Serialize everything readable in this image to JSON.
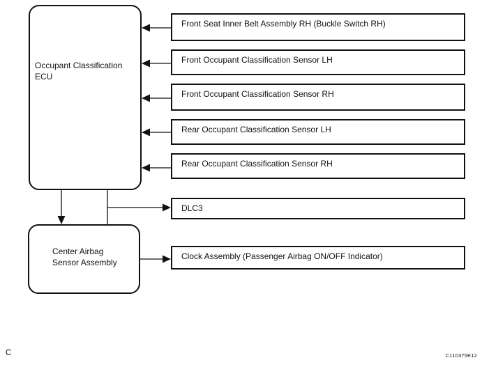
{
  "figure": {
    "type": "block-diagram",
    "description": "Occupant classification system wiring block diagram"
  },
  "nodes": {
    "ecu": {
      "label": "Occupant Classification\nECU"
    },
    "center_airbag": {
      "label": "Center Airbag\nSensor Assembly"
    },
    "inputs": [
      {
        "label": "Front Seat Inner Belt Assembly RH (Buckle Switch RH)"
      },
      {
        "label": "Front Occupant Classification Sensor LH"
      },
      {
        "label": "Front Occupant Classification Sensor RH"
      },
      {
        "label": "Rear Occupant Classification Sensor LH"
      },
      {
        "label": "Rear Occupant Classification Sensor RH"
      }
    ],
    "outputs": [
      {
        "label": "DLC3"
      },
      {
        "label": "Clock Assembly (Passenger Airbag ON/OFF Indicator)"
      }
    ]
  },
  "connections": [
    {
      "from": "Front Seat Inner Belt Assembly RH (Buckle Switch RH)",
      "to": "Occupant Classification ECU",
      "direction": "left"
    },
    {
      "from": "Front Occupant Classification Sensor LH",
      "to": "Occupant Classification ECU",
      "direction": "left"
    },
    {
      "from": "Front Occupant Classification Sensor RH",
      "to": "Occupant Classification ECU",
      "direction": "left"
    },
    {
      "from": "Rear Occupant Classification Sensor LH",
      "to": "Occupant Classification ECU",
      "direction": "left"
    },
    {
      "from": "Rear Occupant Classification Sensor RH",
      "to": "Occupant Classification ECU",
      "direction": "left"
    },
    {
      "from": "Occupant Classification ECU",
      "to": "Center Airbag Sensor Assembly",
      "direction": "down"
    },
    {
      "from": "Occupant Classification ECU / Center Airbag Sensor Assembly",
      "to": "DLC3",
      "direction": "right"
    },
    {
      "from": "Center Airbag Sensor Assembly",
      "to": "Clock Assembly (Passenger Airbag ON/OFF Indicator)",
      "direction": "right"
    }
  ],
  "footer": {
    "page_marker": "C",
    "figure_code": "C110375E12"
  },
  "colors": {
    "line": "#111111",
    "background": "#ffffff"
  }
}
